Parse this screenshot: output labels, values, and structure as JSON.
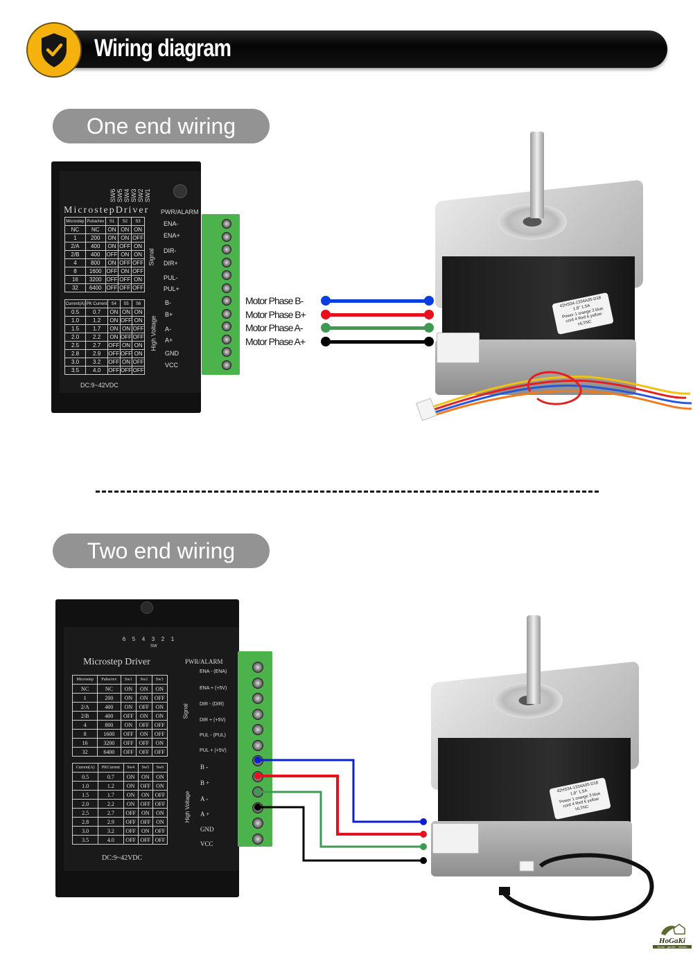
{
  "header": {
    "title": "Wiring diagram",
    "icon": "shield-check-icon",
    "accent": "#f5b20f"
  },
  "sections": [
    {
      "title": "One end wiring",
      "driver": {
        "name": "MicrostepDriver",
        "sw_labels": [
          "SW6",
          "SW5",
          "SW4",
          "SW3",
          "SW2",
          "SW1"
        ],
        "pwr_label": "PWR/ALARM",
        "signal_group": "Signal",
        "signal_pins": [
          "ENA-",
          "ENA+",
          "DIR-",
          "DIR+",
          "PUL-",
          "PUL+"
        ],
        "hv_group": "High Voltage",
        "hv_pins": [
          "B-",
          "B+",
          "A-",
          "A+",
          "GND",
          "VCC"
        ],
        "supply": "DC:9~42VDC",
        "microstep_table": {
          "headers": [
            "Microstep",
            "Pulse/rev",
            "S1",
            "S2",
            "S3"
          ],
          "rows": [
            [
              "NC",
              "NC",
              "ON",
              "ON",
              "ON"
            ],
            [
              "1",
              "200",
              "ON",
              "ON",
              "OFF"
            ],
            [
              "2/A",
              "400",
              "ON",
              "OFF",
              "ON"
            ],
            [
              "2/B",
              "400",
              "OFF",
              "ON",
              "ON"
            ],
            [
              "4",
              "800",
              "ON",
              "OFF",
              "OFF"
            ],
            [
              "8",
              "1600",
              "OFF",
              "ON",
              "OFF"
            ],
            [
              "16",
              "3200",
              "OFF",
              "OFF",
              "ON"
            ],
            [
              "32",
              "6400",
              "OFF",
              "OFF",
              "OFF"
            ]
          ]
        },
        "current_table": {
          "headers": [
            "Current(A)",
            "PK Current",
            "S4",
            "S5",
            "S6"
          ],
          "rows": [
            [
              "0.5",
              "0.7",
              "ON",
              "ON",
              "ON"
            ],
            [
              "1.0",
              "1.2",
              "ON",
              "OFF",
              "ON"
            ],
            [
              "1.5",
              "1.7",
              "ON",
              "ON",
              "OFF"
            ],
            [
              "2.0",
              "2.2",
              "ON",
              "OFF",
              "OFF"
            ],
            [
              "2.5",
              "2.7",
              "OFF",
              "ON",
              "ON"
            ],
            [
              "2.8",
              "2.9",
              "OFF",
              "OFF",
              "ON"
            ],
            [
              "3.0",
              "3.2",
              "OFF",
              "ON",
              "OFF"
            ],
            [
              "3.5",
              "4.0",
              "OFF",
              "OFF",
              "OFF"
            ]
          ]
        }
      },
      "wires": [
        {
          "label": "Motor Phase B-",
          "color": "#0a3de0"
        },
        {
          "label": "Motor Phase B+",
          "color": "#e8101e"
        },
        {
          "label": "Motor Phase A-",
          "color": "#3e9a52"
        },
        {
          "label": "Motor Phase A+",
          "color": "#000000"
        }
      ],
      "motor": {
        "label_lines": [
          "42HS34-1334A05-D18",
          "1.8° 1.5A",
          "Power 1 orange  3 blue",
          "cord  4 Red    6 yellow",
          "HLTNC"
        ]
      }
    },
    {
      "title": "Two end wiring",
      "driver": {
        "name": "Microstep Driver",
        "sw_numbers": [
          "6",
          "5",
          "4",
          "3",
          "2",
          "1"
        ],
        "sw_caption": "SW",
        "pwr_label": "PWR/ALARM",
        "signal_group": "Signal",
        "signal_pins": [
          "ENA - (ENA)",
          "ENA + (+5V)",
          "DIR - (DIR)",
          "DIR + (+5V)",
          "PUL - (PUL)",
          "PUL + (+5V)"
        ],
        "hv_group": "High Voltage",
        "hv_pins": [
          "B -",
          "B +",
          "A -",
          "A +",
          "GND",
          "VCC"
        ],
        "supply": "DC:9~42VDC",
        "microstep_table": {
          "headers": [
            "Microstep",
            "Pulse/rev",
            "Sw1",
            "Sw2",
            "Sw3"
          ],
          "rows": [
            [
              "NC",
              "NC",
              "ON",
              "ON",
              "ON"
            ],
            [
              "1",
              "200",
              "ON",
              "ON",
              "OFF"
            ],
            [
              "2/A",
              "400",
              "ON",
              "OFF",
              "ON"
            ],
            [
              "2/B",
              "400",
              "OFF",
              "ON",
              "ON"
            ],
            [
              "4",
              "800",
              "ON",
              "OFF",
              "OFF"
            ],
            [
              "8",
              "1600",
              "OFF",
              "ON",
              "OFF"
            ],
            [
              "16",
              "3200",
              "OFF",
              "OFF",
              "ON"
            ],
            [
              "32",
              "6400",
              "OFF",
              "OFF",
              "OFF"
            ]
          ]
        },
        "current_table": {
          "headers": [
            "Current(A)",
            "PKCurrent",
            "Sw4",
            "Sw5",
            "Sw6"
          ],
          "rows": [
            [
              "0.5",
              "0.7",
              "ON",
              "ON",
              "ON"
            ],
            [
              "1.0",
              "1.2",
              "ON",
              "OFF",
              "ON"
            ],
            [
              "1.5",
              "1.7",
              "ON",
              "ON",
              "OFF"
            ],
            [
              "2.0",
              "2.2",
              "ON",
              "OFF",
              "OFF"
            ],
            [
              "2.5",
              "2.7",
              "OFF",
              "ON",
              "ON"
            ],
            [
              "2.8",
              "2.9",
              "OFF",
              "OFF",
              "ON"
            ],
            [
              "3.0",
              "3.2",
              "OFF",
              "ON",
              "OFF"
            ],
            [
              "3.5",
              "4.0",
              "OFF",
              "OFF",
              "OFF"
            ]
          ]
        }
      },
      "wire_colors": [
        "#0a1fd0",
        "#e8101e",
        "#3e9a52",
        "#000000"
      ],
      "motor": {
        "label_lines": [
          "42HS34-1334A05-D18",
          "1.8° 1.5A",
          "Power 1 orange  3 blue",
          "cord  4 Red    6 yellow",
          "HLTNC"
        ]
      }
    }
  ],
  "brand": {
    "name": "HoGaKi",
    "tagline": "Home · garden · kitchen",
    "color": "#4f5a2a"
  }
}
